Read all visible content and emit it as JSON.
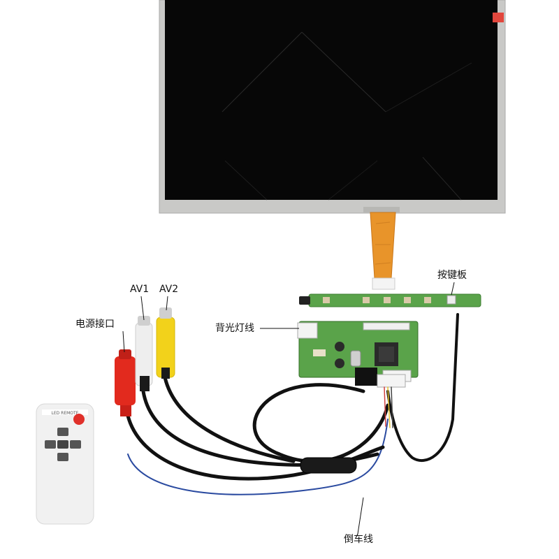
{
  "labels": {
    "av1": "AV1",
    "av2": "AV2",
    "power_port": "电源接口",
    "backlight_wire": "背光灯线",
    "key_board": "按键板",
    "reverse_wire": "倒车线"
  },
  "remote": {
    "header": "LED REMOTE"
  },
  "colors": {
    "bezel": "#c8c8c6",
    "screen": "#060606",
    "fpc": "#e8942a",
    "pcb": "#5aa34a",
    "cable": "#111111",
    "rca_white": "#eeeeee",
    "rca_yellow": "#f2d21b",
    "dc_red": "#e22a1e",
    "reverse_wire": "#2a4aa0",
    "remote_body": "#f1f1f1",
    "remote_power": "#e0302a"
  }
}
